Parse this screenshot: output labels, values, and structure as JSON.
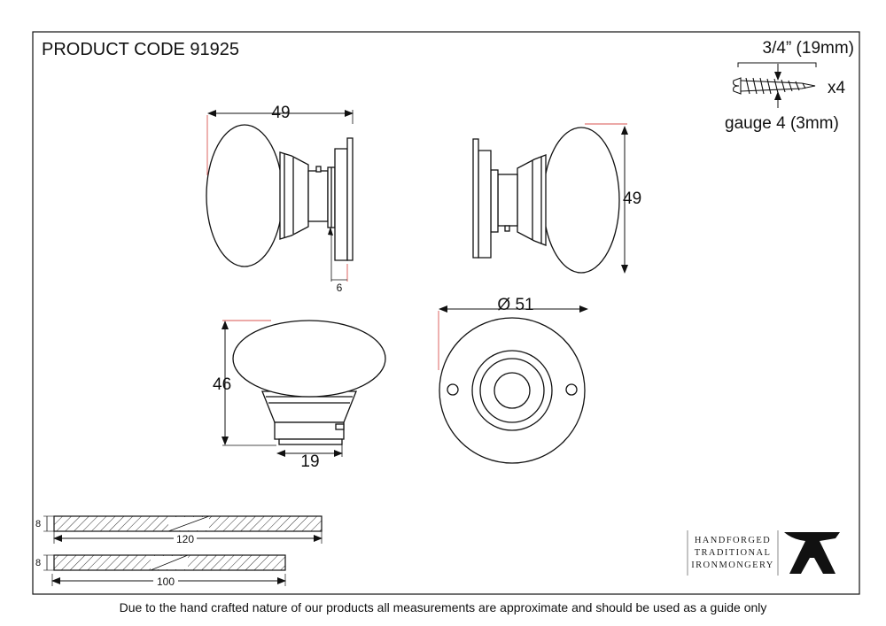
{
  "header": {
    "product_code": "PRODUCT CODE 91925"
  },
  "screw": {
    "length": "3/4” (19mm)",
    "quantity": "x4",
    "gauge": "gauge 4 (3mm)"
  },
  "dimensions": {
    "side_view_width": "49",
    "spindle_gap": "6",
    "side_view_height": "49",
    "top_view_height": "46",
    "shank_width": "19",
    "rose_diameter": "Ø 51"
  },
  "spindles": [
    {
      "thickness": "8",
      "length": "120"
    },
    {
      "thickness": "8",
      "length": "100"
    }
  ],
  "brand": {
    "line1": "HANDFORGED",
    "line2": "TRADITIONAL",
    "line3": "IRONMONGERY"
  },
  "footer": {
    "disclaimer": "Due to the hand crafted nature of our products all measurements are approximate and should be used as a guide only"
  },
  "colors": {
    "outline": "#111111",
    "leader_accent": "#d9534f",
    "background": "#ffffff"
  }
}
